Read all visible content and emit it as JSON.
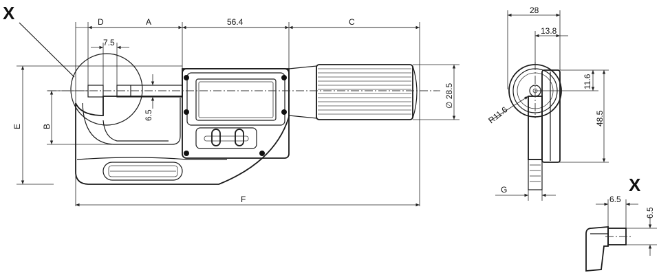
{
  "labels": {
    "detail_mark_main": "X",
    "detail_mark_detail": "X",
    "dim_d": "D",
    "dim_a": "A",
    "dim_56_4": "56.4",
    "dim_c": "C",
    "dim_7_5": "7.5",
    "dim_6_5_main": "6.5",
    "dim_b": "B",
    "dim_e": "E",
    "dim_f": "F",
    "dim_dia": "∅ 28.5",
    "dim_28": "28",
    "dim_13_8": "13.8",
    "dim_11_6": "11.6",
    "dim_48_5": "48.5",
    "dim_r": "R11.6",
    "dim_g": "G",
    "dim_detail_w": "6.5",
    "dim_detail_h": "6.5"
  }
}
